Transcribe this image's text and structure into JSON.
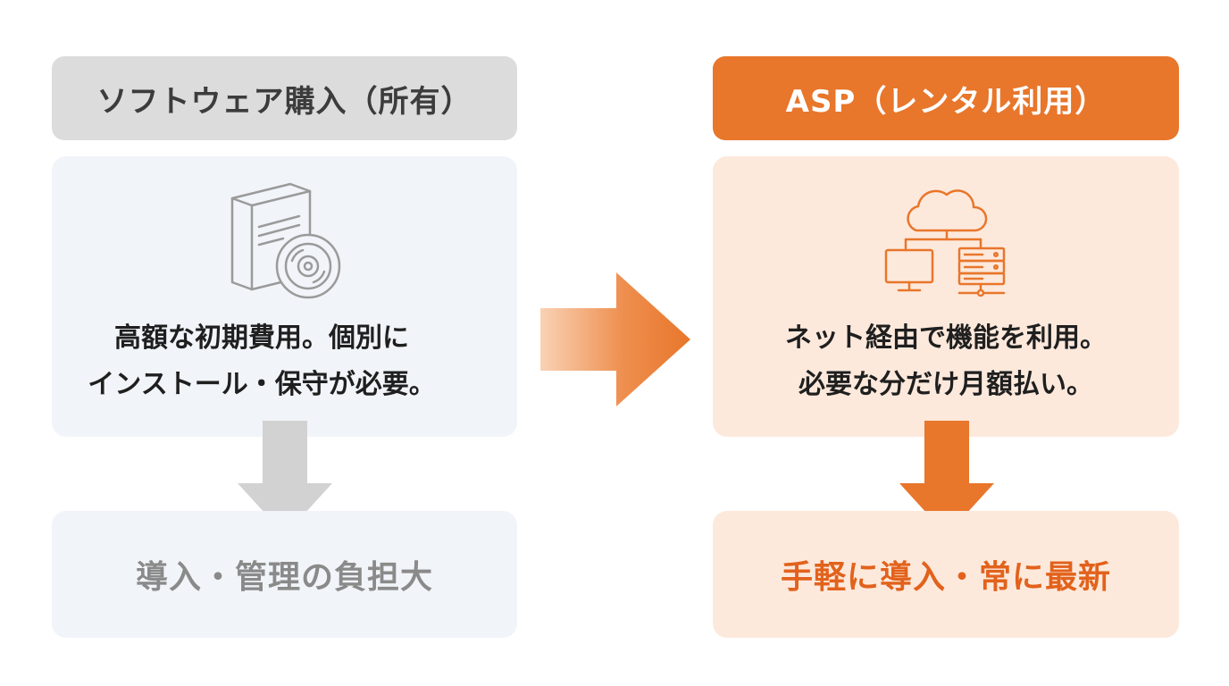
{
  "left": {
    "header": "ソフトウェア購入（所有）",
    "description_lines": [
      "高額な初期費用。個別に",
      "インストール・保守が必要。"
    ],
    "result": "導入・管理の負担大",
    "icon": "software-box-disc-icon",
    "color": "#dcdcdc"
  },
  "right": {
    "header": "ASP（レンタル利用）",
    "description_lines": [
      "ネット経由で機能を利用。",
      "必要な分だけ月額払い。"
    ],
    "result": "手軽に導入・常に最新",
    "icon": "cloud-computer-server-icon",
    "color": "#e8762b"
  },
  "colors": {
    "accent": "#e8762b",
    "accent_light": "#fde9dc",
    "neutral": "#dcdcdc",
    "neutral_light": "#f1f4f8",
    "icon_gray": "#9a9a9a"
  }
}
